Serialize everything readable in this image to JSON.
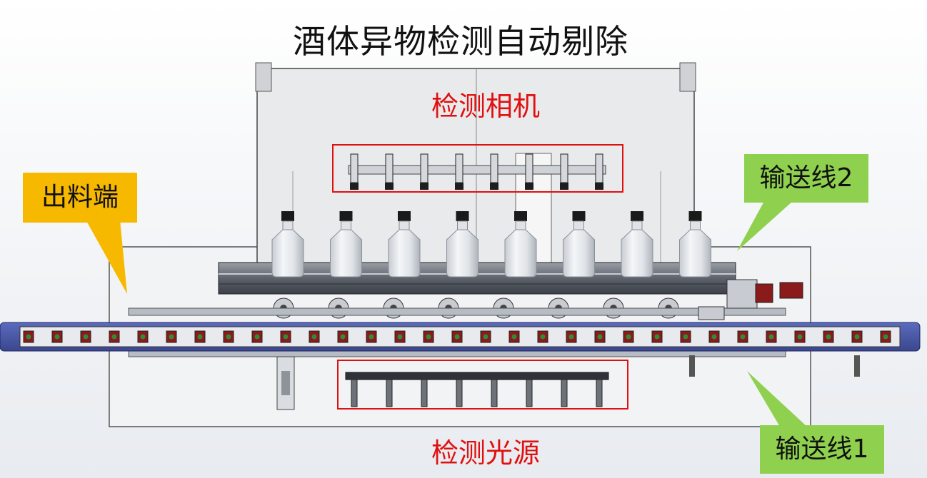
{
  "title": "酒体异物检测自动剔除",
  "labels": {
    "camera": "检测相机",
    "light": "检测光源",
    "outlet": "出料端",
    "line2": "输送线2",
    "line1": "输送线1"
  },
  "colors": {
    "callout_yellow": "#f7b800",
    "callout_green": "#8fd14f",
    "highlight_red": "#e01010",
    "belt_blue": "#4a5aa8"
  },
  "bottle_count": 8
}
